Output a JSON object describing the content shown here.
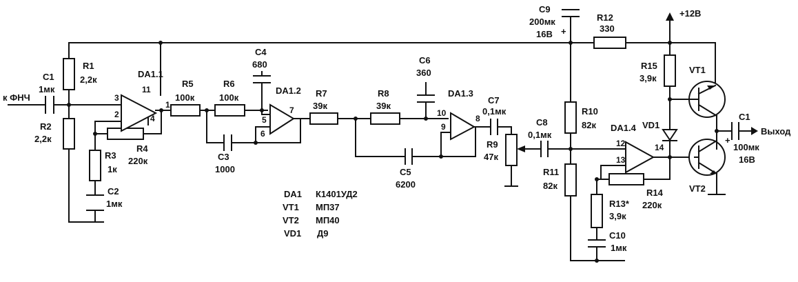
{
  "input_label": "к ФНЧ",
  "output_label": "Выход",
  "supply_label": "+12В",
  "components": {
    "C1_in": {
      "ref": "C1",
      "value": "1мк"
    },
    "R1": {
      "ref": "R1",
      "value": "2,2к"
    },
    "R2": {
      "ref": "R2",
      "value": "2,2к"
    },
    "R3": {
      "ref": "R3",
      "value": "1к"
    },
    "C2": {
      "ref": "C2",
      "value": "1мк"
    },
    "R4": {
      "ref": "R4",
      "value": "220к"
    },
    "DA11": {
      "ref": "DA1.1"
    },
    "R5": {
      "ref": "R5",
      "value": "100к"
    },
    "R6": {
      "ref": "R6",
      "value": "100к"
    },
    "C4": {
      "ref": "C4",
      "value": "680"
    },
    "C3": {
      "ref": "C3",
      "value": "1000"
    },
    "DA12": {
      "ref": "DA1.2"
    },
    "R7": {
      "ref": "R7",
      "value": "39к"
    },
    "R8": {
      "ref": "R8",
      "value": "39к"
    },
    "C6": {
      "ref": "C6",
      "value": "360"
    },
    "C5": {
      "ref": "C5",
      "value": "6200"
    },
    "DA13": {
      "ref": "DA1.3"
    },
    "C7": {
      "ref": "C7",
      "value": "0,1мк"
    },
    "R9": {
      "ref": "R9",
      "value": "47к"
    },
    "C8": {
      "ref": "C8",
      "value": "0,1мк"
    },
    "C9": {
      "ref": "C9",
      "value": "200мк",
      "voltage": "16В"
    },
    "R12": {
      "ref": "R12",
      "value": "330"
    },
    "R10": {
      "ref": "R10",
      "value": "82к"
    },
    "R11": {
      "ref": "R11",
      "value": "82к"
    },
    "DA14": {
      "ref": "DA1.4"
    },
    "R13": {
      "ref": "R13*",
      "value": "3,9к"
    },
    "C10": {
      "ref": "C10",
      "value": "1мк"
    },
    "R14": {
      "ref": "R14",
      "value": "220к"
    },
    "R15": {
      "ref": "R15",
      "value": "3,9к"
    },
    "VD1": {
      "ref": "VD1"
    },
    "VT1": {
      "ref": "VT1"
    },
    "VT2": {
      "ref": "VT2"
    },
    "C1_out": {
      "ref": "C1",
      "value": "100мк",
      "voltage": "16В"
    }
  },
  "pins": {
    "da11_in_p": "3",
    "da11_in_n": "2",
    "da11_out": "1",
    "da11_top": "11",
    "da11_bot": "4",
    "da12_in_p": "5",
    "da12_in_n": "6",
    "da12_out": "7",
    "da13_in_p": "10",
    "da13_in_n": "9",
    "da13_out": "8",
    "da14_in_p": "12",
    "da14_in_n": "13",
    "da14_out": "14"
  },
  "parts_list": [
    {
      "ref": "DA1",
      "part": "К1401УД2"
    },
    {
      "ref": "VT1",
      "part": "МП37"
    },
    {
      "ref": "VT2",
      "part": "МП40"
    },
    {
      "ref": "VD1",
      "part": "Д9"
    }
  ],
  "polarity_plus": "+"
}
